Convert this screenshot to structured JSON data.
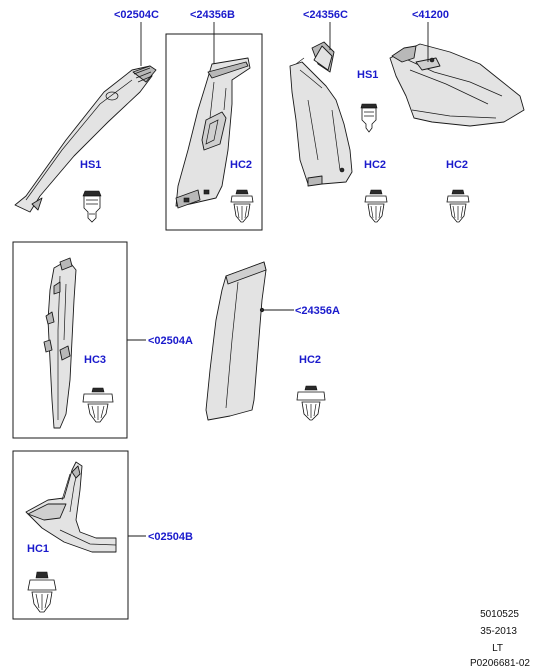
{
  "callouts": {
    "a_pillar_upper": "<02504C",
    "b_pillar_upper": "<24356B",
    "c_pillar_upper": "<24356C",
    "d_pillar": "<41200",
    "b_pillar_lower": "<24356A",
    "a_pillar_lower": "<02504A",
    "sill_trim": "<02504B"
  },
  "fasteners": {
    "hs1_a": "HS1",
    "hs1_b": "HS1",
    "hc2_b_pillar": "HC2",
    "hc2_c_pillar": "HC2",
    "hc2_d_pillar": "HC2",
    "hc3": "HC3",
    "hc2_lower": "HC2",
    "hc1": "HC1"
  },
  "footer": {
    "line1": "5010525",
    "line2": "35-2013",
    "line3": "LT",
    "line4": "P0206681-02"
  }
}
